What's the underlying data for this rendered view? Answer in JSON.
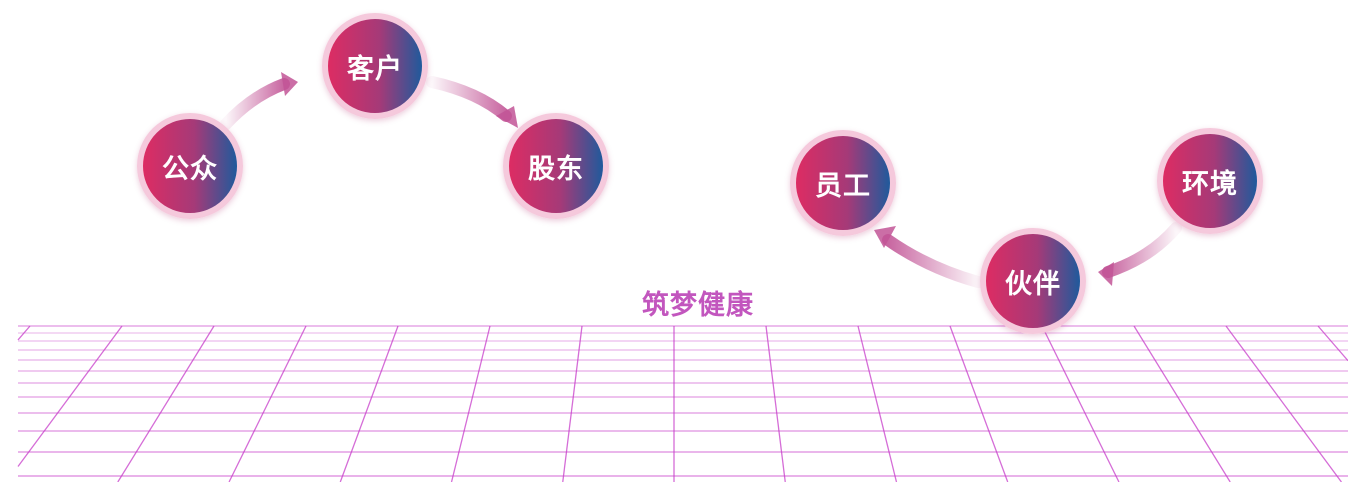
{
  "title": "筑梦健康",
  "nodes": {
    "public": "公众",
    "customer": "客户",
    "shareholder": "股东",
    "employee": "员工",
    "partner": "伙伴",
    "environment": "环境"
  },
  "colors": {
    "node_gradient_start": "#dd2c63",
    "node_gradient_end": "#1f5a9c",
    "node_border": "#f5c9dc",
    "title": "#c256be",
    "grid_line": "#c73cc9",
    "arrow": "#c25596"
  }
}
